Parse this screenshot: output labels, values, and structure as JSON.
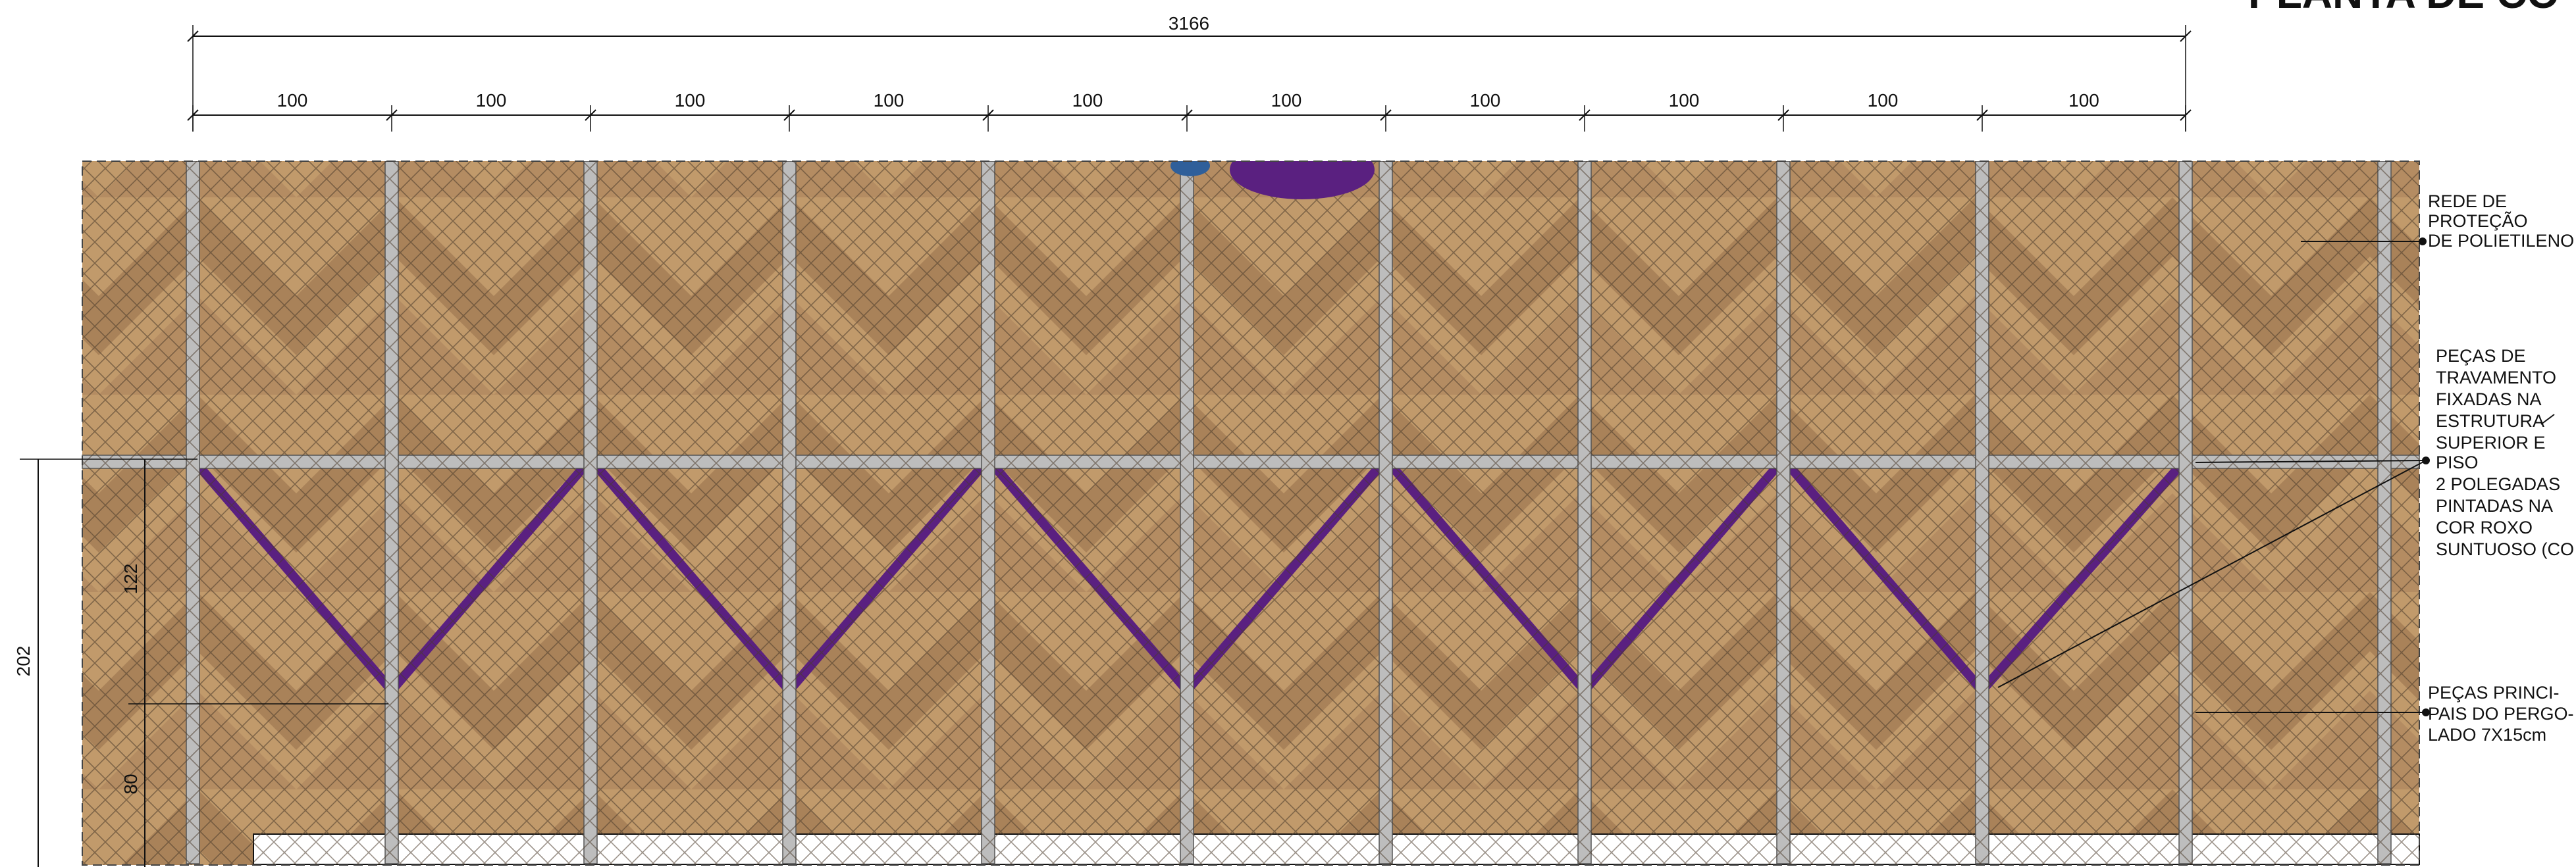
{
  "title": "PLANTA DE CO",
  "dimensions": {
    "overall_width": "3166",
    "bay": "100",
    "overall_height": "202",
    "upper_height": "122",
    "lower_height": "80"
  },
  "annotations": {
    "net": [
      "REDE DE",
      "PROTEÇÃO",
      "DE POLIETILENO"
    ],
    "bracing": [
      "PEÇAS DE",
      "TRAVAMENTO",
      "FIXADAS NA",
      "ESTRUTURA",
      "SUPERIOR E",
      "PISO",
      "2 POLEGADAS",
      "PINTADAS NA",
      "COR ROXO",
      "SUNTUOSO (CO"
    ],
    "main_pieces": [
      "PEÇAS PRINCI-",
      "PAIS DO PERGO-",
      "LADO 7X15cm"
    ]
  },
  "colors": {
    "wood_light": "#c19a6b",
    "wood_dark": "#9c7a54",
    "post_gray": "#bdbdbd",
    "purple_brace": "#5a2080",
    "blue_detail": "#2f5f9a"
  }
}
